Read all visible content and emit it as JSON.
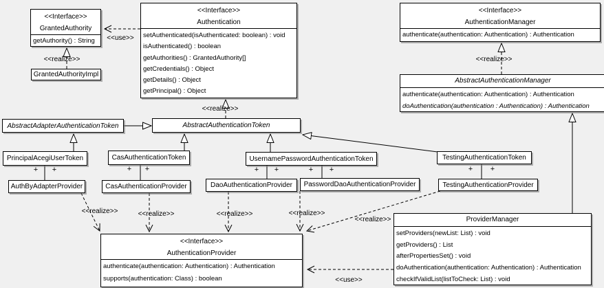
{
  "diagram": {
    "background": "#f0f0f0",
    "box_fill": "#ffffff",
    "line_color": "#000000",
    "labels": {
      "use": "<<use>>",
      "realize": "<<realize>>",
      "plus": "+"
    }
  },
  "classes": {
    "granted_authority": {
      "stereotype": "<<Interface>>",
      "name": "GrantedAuthority",
      "methods": [
        "getAuthority() : String"
      ]
    },
    "granted_authority_impl": {
      "name": "GrantedAuthorityImpl"
    },
    "authentication": {
      "stereotype": "<<Interface>>",
      "name": "Authentication",
      "methods": [
        "setAuthenticated(isAuthenticated: boolean) : void",
        "isAuthenticated() : boolean",
        "getAuthorities() : GrantedAuthority[]",
        "getCredentials() : Object",
        "getDetails() : Object",
        "getPrincipal() : Object"
      ]
    },
    "authentication_manager": {
      "stereotype": "<<Interface>>",
      "name": "AuthenticationManager",
      "methods": [
        "authenticate(authentication: Authentication) : Authentication"
      ]
    },
    "abstract_authentication_manager": {
      "name": "AbstractAuthenticationManager",
      "methods": [
        "authenticate(authentication: Authentication) : Authentication",
        "doAuthentication(authentication : Authentication) : Authentication"
      ]
    },
    "abstract_adapter_authentication_token": {
      "name": "AbstractAdapterAuthenticationToken"
    },
    "abstract_authentication_token": {
      "name": "AbstractAuthenticationToken"
    },
    "principal_acegi_user_token": {
      "name": "PrincipalAcegiUserToken"
    },
    "cas_authentication_token": {
      "name": "CasAuthenticationToken"
    },
    "username_password_authentication_token": {
      "name": "UsernamePasswordAuthenticationToken"
    },
    "testing_authentication_token": {
      "name": "TestingAuthenticationToken"
    },
    "auth_by_adapter_provider": {
      "name": "AuthByAdapterProvider"
    },
    "cas_authentication_provider": {
      "name": "CasAuthenticationProvider"
    },
    "dao_authentication_provider": {
      "name": "DaoAuthenticationProvider"
    },
    "password_dao_authentication_provider": {
      "name": "PasswordDaoAuthenticationProvider"
    },
    "testing_authentication_provider": {
      "name": "TestingAuthenticationProvider"
    },
    "authentication_provider": {
      "stereotype": "<<Interface>>",
      "name": "AuthenticationProvider",
      "methods": [
        "authenticate(authentication: Authentication) : Authentication",
        "supports(authentication: Class) : boolean"
      ]
    },
    "provider_manager": {
      "name": "ProviderManager",
      "methods": [
        "setProviders(newList: List) : void",
        "getProviders() : List",
        "afterPropertiesSet() : void",
        "doAuthentication(authentication: Authentication) : Authentication",
        "checkIfValidList(listToCheck: List) : void"
      ]
    }
  }
}
